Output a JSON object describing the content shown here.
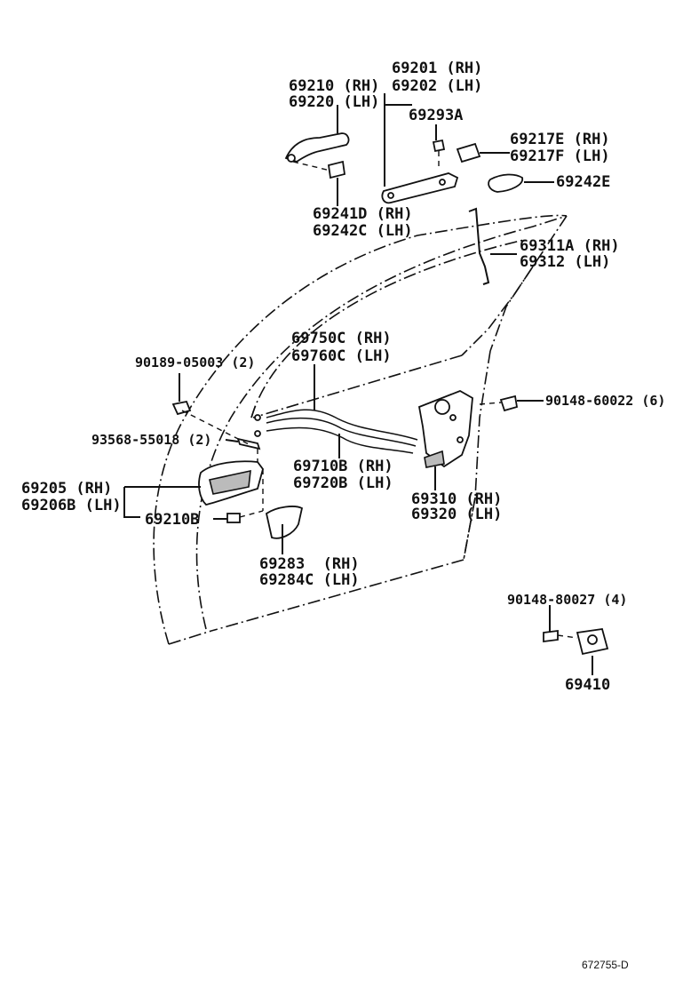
{
  "labels": {
    "outer_handle": [
      "69210 (RH)",
      "69220 (LH)"
    ],
    "outer_frame": [
      "69201 (RH)",
      "69202 (LH)"
    ],
    "frame_clip": "69293A",
    "cap": [
      "69217E (RH)",
      "69217F (LH)"
    ],
    "pad": "69242E",
    "handle_pad": [
      "69241D (RH)",
      "69242C (LH)"
    ],
    "lock_rod": [
      "69311A (RH)",
      "69312 (LH)"
    ],
    "screw_clip": "90189-05003 (2)",
    "cable_lock": [
      "69750C (RH)",
      "69760C (LH)"
    ],
    "latch_screw": "90148-60022 (6)",
    "handle_screw": "93568-55018 (2)",
    "cable_open": [
      "69710B (RH)",
      "69720B (LH)"
    ],
    "inner_handle": [
      "69205 (RH)",
      "69206B (LH)"
    ],
    "bezel_screw": "69210B",
    "lock_assy": [
      "69310 (RH)",
      "69320 (LH)"
    ],
    "bezel": [
      "69283  (RH)",
      "69284C (LH)"
    ],
    "striker_screw": "90148-80027 (4)",
    "striker": "69410"
  },
  "diagram_code": "672755-D"
}
